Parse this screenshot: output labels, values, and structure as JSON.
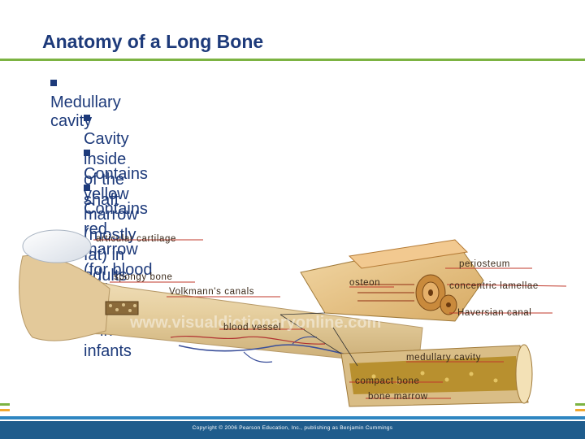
{
  "slide": {
    "title": "Anatomy of a Long Bone",
    "bullets": [
      {
        "text": "Medullary cavity",
        "sub": [
          {
            "text": "Cavity inside of the shaft"
          },
          {
            "text": "Contains yellow marrow (mostly fat) in adults"
          },
          {
            "text": "Contains red marrow (for blood cell formation)",
            "text2": "in infants"
          }
        ]
      }
    ]
  },
  "illustration": {
    "labels": {
      "articular_cartilage": "articular cartilage",
      "spongy_bone": "spongy bone",
      "volkmanns_canals": "Volkmann's canals",
      "blood_vessel": "blood vessel",
      "osteon": "osteon",
      "periosteum": "periosteum",
      "concentric_lamellae": "concentric lamellae",
      "haversian_canal": "Haversian canal",
      "medullary_cavity": "medullary cavity",
      "compact_bone": "compact bone",
      "bone_marrow": "bone marrow"
    },
    "watermark": "www.visualdictionaryonline.com"
  },
  "footer": {
    "copyright": "Copyright © 2006 Pearson Education, Inc., publishing as Benjamin Cummings"
  },
  "colors": {
    "title": "#1d3a7a",
    "accent_rule": "#7cb342",
    "bone": "#e8d3a8",
    "marrow": "#b8902f",
    "leader_line": "#c0392b",
    "footer": "#1f5c8c"
  }
}
